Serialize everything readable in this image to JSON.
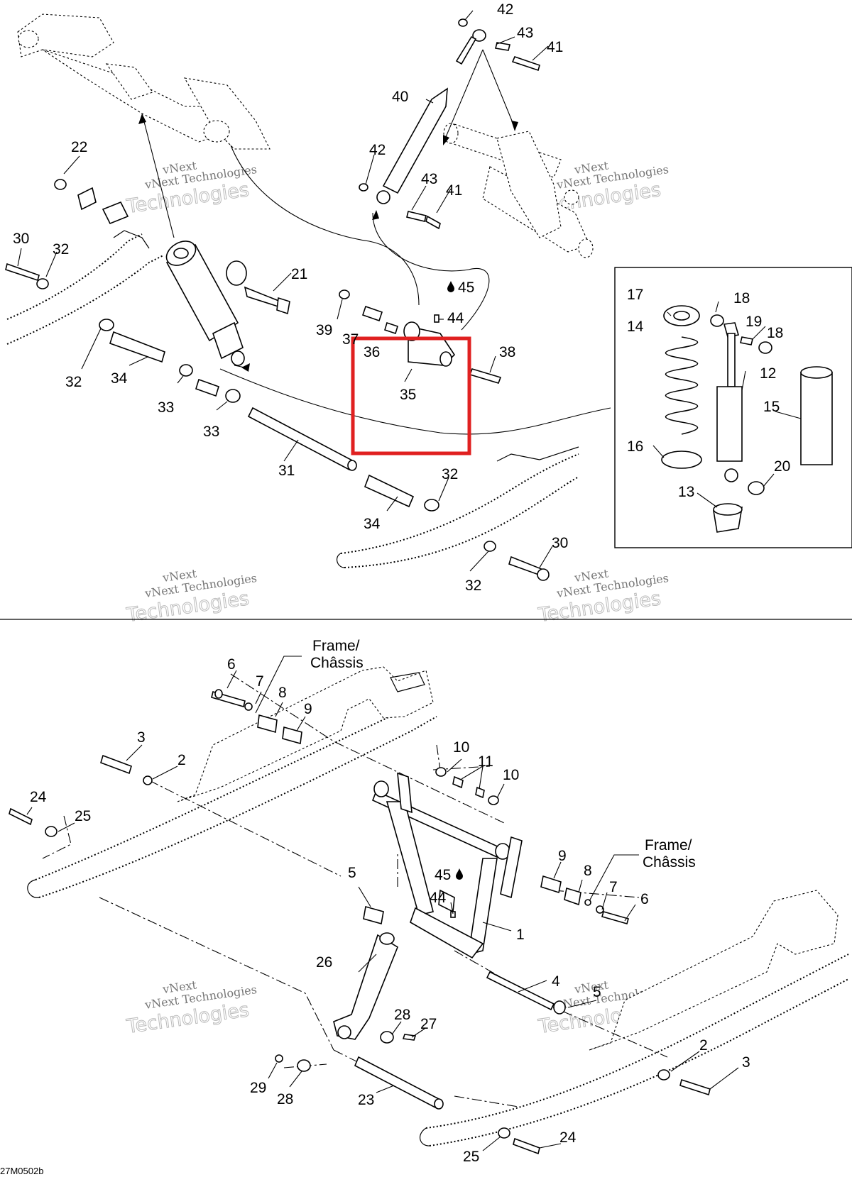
{
  "diagram_code": "27M0502b",
  "watermark": {
    "line1": "vNext",
    "line2": "vNext Technologies",
    "line3": "Technologies"
  },
  "frame_label": {
    "line1": "Frame/",
    "line2": "Châssis"
  },
  "labels": {
    "n1": "1",
    "n2": "2",
    "n3": "3",
    "n4": "4",
    "n5": "5",
    "n6": "6",
    "n7": "7",
    "n8": "8",
    "n9": "9",
    "n10": "10",
    "n11": "11",
    "n12": "12",
    "n13": "13",
    "n14": "14",
    "n15": "15",
    "n16": "16",
    "n17": "17",
    "n18": "18",
    "n19": "19",
    "n20": "20",
    "n21": "21",
    "n22": "22",
    "n23": "23",
    "n24": "24",
    "n25": "25",
    "n26": "26",
    "n27": "27",
    "n28": "28",
    "n29": "29",
    "n30": "30",
    "n31": "31",
    "n32": "32",
    "n33": "33",
    "n34": "34",
    "n35": "35",
    "n36": "36",
    "n37": "37",
    "n38": "38",
    "n39": "39",
    "n40": "40",
    "n41": "41",
    "n42": "42",
    "n43": "43",
    "n44": "44",
    "n45": "45"
  },
  "highlight": {
    "target": "35",
    "color": "#e02020"
  }
}
